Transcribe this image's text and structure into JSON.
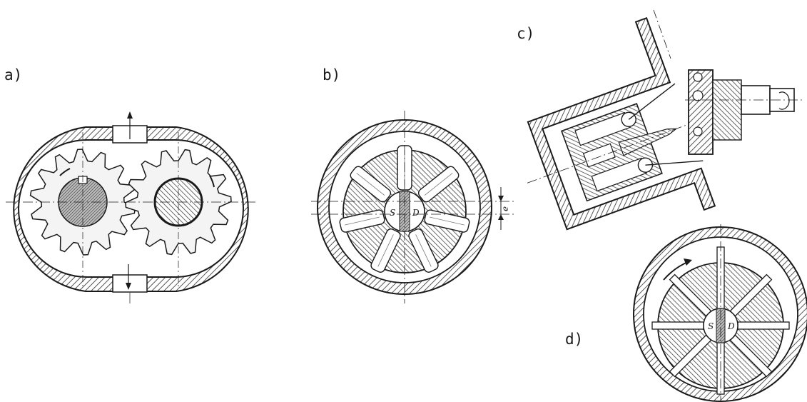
{
  "figure": {
    "panels": [
      {
        "id": "a",
        "label": "a)"
      },
      {
        "id": "b",
        "label": "b)",
        "annotations": {
          "eccentricity": "e",
          "suction_port": "S",
          "discharge_port": "D"
        }
      },
      {
        "id": "c",
        "label": "c)"
      },
      {
        "id": "d",
        "label": "d)",
        "annotations": {
          "suction_port": "S",
          "discharge_port": "D"
        }
      }
    ],
    "colors": {
      "ink": "#1a1a1a",
      "hatch": "#555555",
      "paper": "#ffffff"
    }
  }
}
